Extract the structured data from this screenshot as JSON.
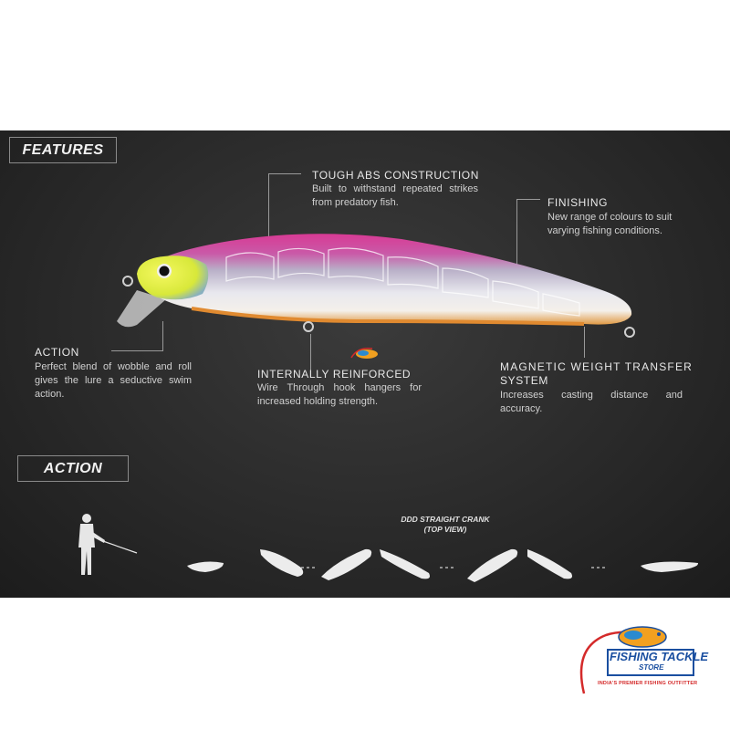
{
  "sections": {
    "features": "FEATURES",
    "action": "ACTION"
  },
  "callouts": {
    "tough_abs": {
      "title": "TOUGH ABS CONSTRUCTION",
      "body": "Built to withstand repeated strikes from predatory fish."
    },
    "finishing": {
      "title": "FINISHING",
      "body": "New range of colours to suit varying fishing conditions."
    },
    "action": {
      "title": "ACTION",
      "body": "Perfect blend of wobble and roll gives the lure a seductive swim action."
    },
    "internally_reinforced": {
      "title": "INTERNALLY REINFORCED",
      "body": "Wire Through hook hangers for increased holding strength."
    },
    "magnetic_weight": {
      "title_line1": "MAGNETIC WEIGHT TRANSFER",
      "title_line2": "SYSTEM",
      "body": "Increases casting distance and accuracy."
    }
  },
  "action_diagram": {
    "caption_line1": "DDD STRAIGHT CRANK",
    "caption_line2": "(TOP VIEW)"
  },
  "logo": {
    "line1": "FISHING TACKLE",
    "line2": "STORE",
    "tagline": "INDIA'S PREMIER FISHING OUTFITTER"
  },
  "colors": {
    "panel_bg": "#2a2a2a",
    "lure_pink": "#e0409a",
    "lure_head_yellow": "#e8f040",
    "lure_belly_orange": "#e0a040",
    "logo_blue": "#1a4fa0",
    "logo_red": "#d42a2a"
  }
}
